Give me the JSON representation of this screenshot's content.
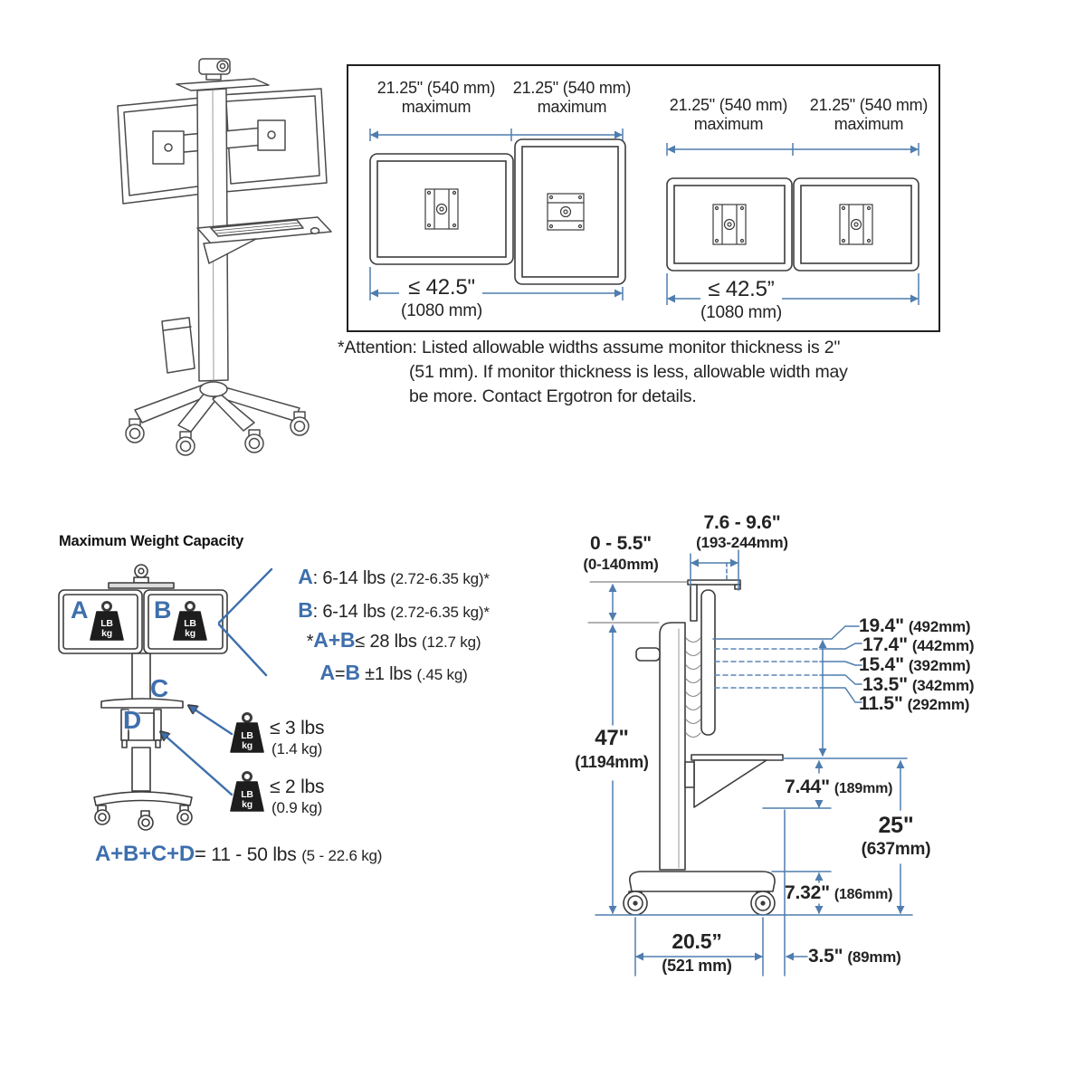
{
  "colors": {
    "ink": "#231f20",
    "blue": "#3e6fad",
    "dim_line": "#4f7dae"
  },
  "monitor_width_panel": {
    "left_config": {
      "monitor1_dim": "21.25\" (540 mm)",
      "monitor1_qualifier": "maximum",
      "monitor2_dim": "21.25\" (540 mm)",
      "monitor2_qualifier": "maximum",
      "total_width": "≤ 42.5\"",
      "total_width_mm": "(1080 mm)"
    },
    "right_config": {
      "monitor1_dim": "21.25\" (540 mm)",
      "monitor1_qualifier": "maximum",
      "monitor2_dim": "21.25\" (540 mm)",
      "monitor2_qualifier": "maximum",
      "total_width": "≤ 42.5”",
      "total_width_mm": "(1080 mm)"
    },
    "attention_line1": "*Attention: Listed allowable widths assume monitor thickness is 2\"",
    "attention_line2": "(51 mm). If monitor thickness is less, allowable width may",
    "attention_line3": "be more. Contact Ergotron for details."
  },
  "weight_capacity": {
    "title": "Maximum Weight Capacity",
    "label_a": "A",
    "label_b": "B",
    "label_c": "C",
    "label_d": "D",
    "unit_lb": "LB",
    "unit_kg": "kg",
    "spec_a": {
      "label": "A",
      "sep": ": ",
      "value": "6-14 lbs ",
      "metric": "(2.72-6.35 kg)*"
    },
    "spec_b": {
      "label": "B",
      "sep": ": ",
      "value": "6-14 lbs ",
      "metric": "(2.72-6.35 kg)*"
    },
    "spec_ab": {
      "star": "*",
      "label": "A+B",
      "op": "≤ ",
      "value": "28 lbs ",
      "metric": "(12.7 kg)"
    },
    "spec_eq": {
      "a": "A",
      "eq": "=",
      "b": "B",
      "value": " ±1 lbs ",
      "metric": "(.45 kg)"
    },
    "tray_weight": {
      "value": "≤ 3 lbs",
      "metric": "(1.4 kg)"
    },
    "cpu_weight": {
      "value": "≤ 2 lbs",
      "metric": "(0.9 kg)"
    },
    "total": {
      "label": "A+B+C+D",
      "eq": "=",
      "value": " 11 - 50 lbs ",
      "metric": "(5 - 22.6 kg)"
    }
  },
  "side_view": {
    "shelf_depth": {
      "value": "7.6 - 9.6\"",
      "metric": "(193-244mm)"
    },
    "shelf_lift": {
      "value": "0 - 5.5\"",
      "metric": "(0-140mm)"
    },
    "monitor_heights": [
      {
        "value": "19.4\"",
        "metric": "(492mm)"
      },
      {
        "value": "17.4\"",
        "metric": "(442mm)"
      },
      {
        "value": "15.4\"",
        "metric": "(392mm)"
      },
      {
        "value": "13.5\"",
        "metric": "(342mm)"
      },
      {
        "value": "11.5\"",
        "metric": "(292mm)"
      }
    ],
    "total_height": {
      "value": "47\"",
      "metric": "(1194mm)"
    },
    "tray_rise": {
      "value": "7.44\"",
      "metric": "(189mm)"
    },
    "work_surface": {
      "value": "25\"",
      "metric": "(637mm)"
    },
    "base_height": {
      "value": "7.32\"",
      "metric": "(186mm)"
    },
    "wheelbase": {
      "value": "20.5”",
      "metric": "(521 mm)"
    },
    "tray_overhang": {
      "value": "3.5\"",
      "metric": "(89mm)"
    }
  }
}
